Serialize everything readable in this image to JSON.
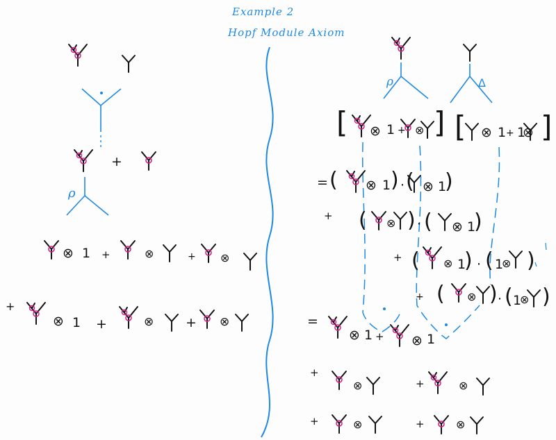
{
  "title": {
    "line1": "Example 2",
    "line2": "Hopf Module Axiom"
  },
  "symbols": {
    "tensor": "⊗",
    "plus": "+",
    "one": "1",
    "equals": "=",
    "dot": "·",
    "lparen": "(",
    "rparen": ")",
    "lbracket": "[",
    "rbracket": "]"
  },
  "labels": {
    "rho": "ρ",
    "delta": "Δ"
  },
  "colors": {
    "ink": "#111111",
    "blue": "#1e88e5",
    "magenta": "#d0208a"
  }
}
